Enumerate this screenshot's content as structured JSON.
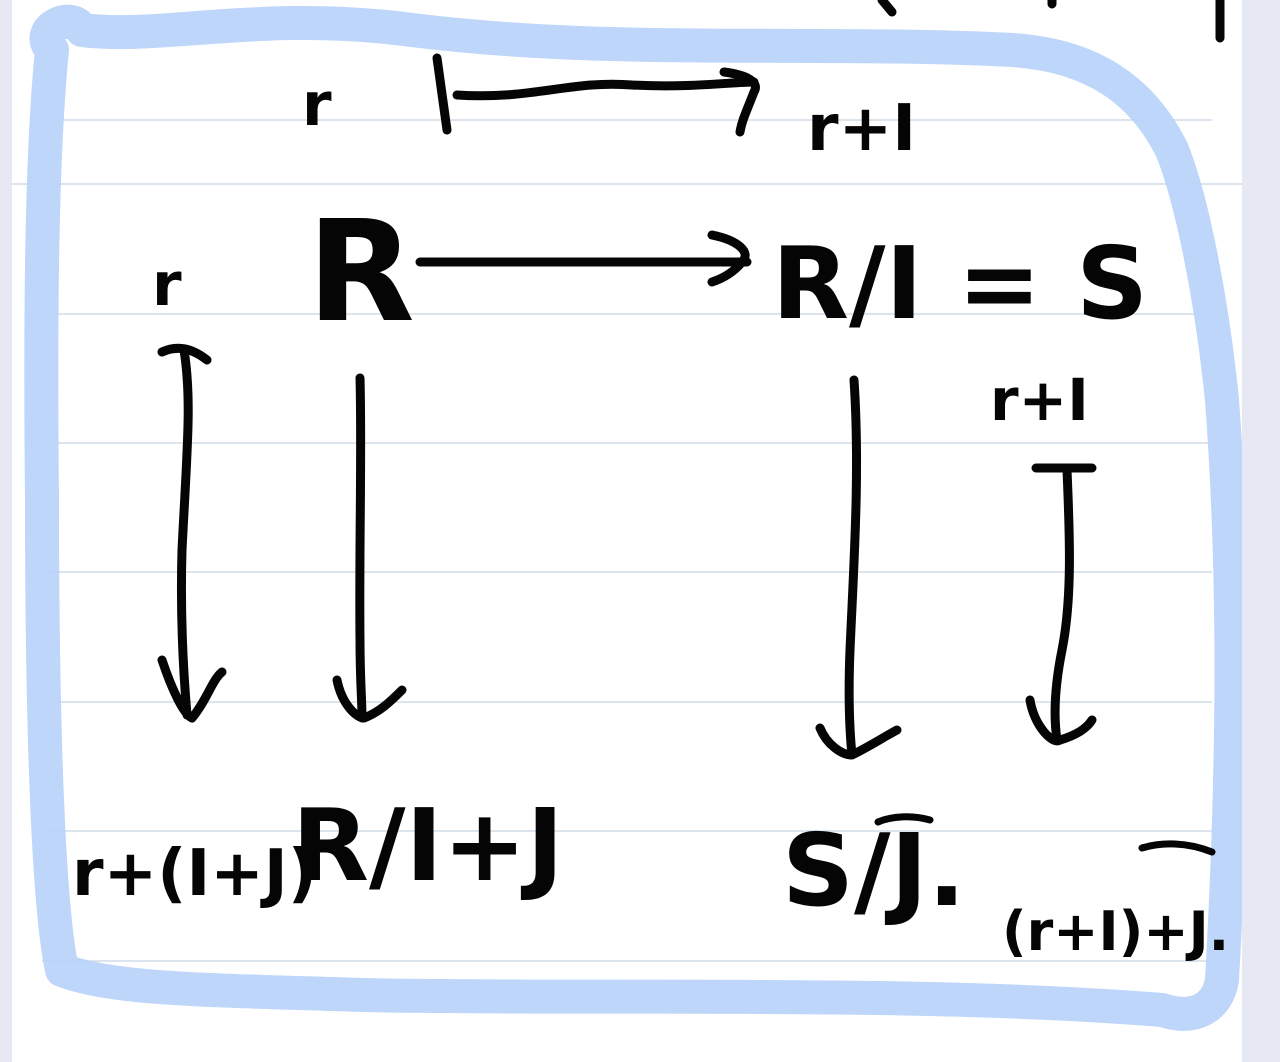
{
  "note": {
    "background": "#ffffff",
    "rule_color": "#c7d3e4",
    "highlight_color": "#b9d3f8",
    "ink_color": "#050505"
  },
  "diagram": {
    "top_map": {
      "source": "r",
      "target": "r+I"
    },
    "row_labels": {
      "top_left": "r",
      "top_right": "r+I"
    },
    "nodes": {
      "R": "R",
      "R_over_I": "R/I = S",
      "R_over_I_plus_J": "R/I+J",
      "S_over_J": "S/J."
    },
    "bottom_labels": {
      "left": "r+(I+J)",
      "right": "(r+I)+J."
    }
  }
}
